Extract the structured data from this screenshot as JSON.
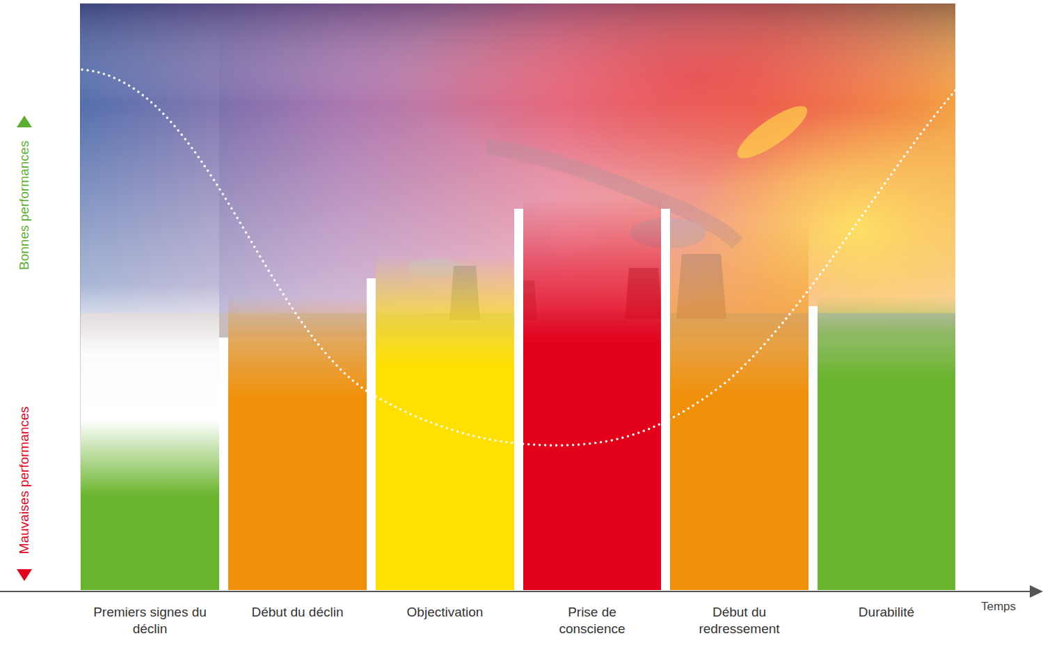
{
  "diagram": {
    "nodes": [
      {
        "text": [
          "Premiers signes du déclin"
        ]
      },
      {
        "text": [
          "Début du déclin"
        ]
      },
      {
        "text": [
          "Objectivation"
        ]
      },
      {
        "text": [
          "Prise de conscience"
        ]
      },
      {
        "text": [
          "Début du redressement"
        ]
      },
      {
        "text": [
          "Durabilité"
        ]
      }
    ],
    "labels": [
      "Bonnes performances",
      "Mauvaises performances",
      "Temps"
    ]
  }
}
